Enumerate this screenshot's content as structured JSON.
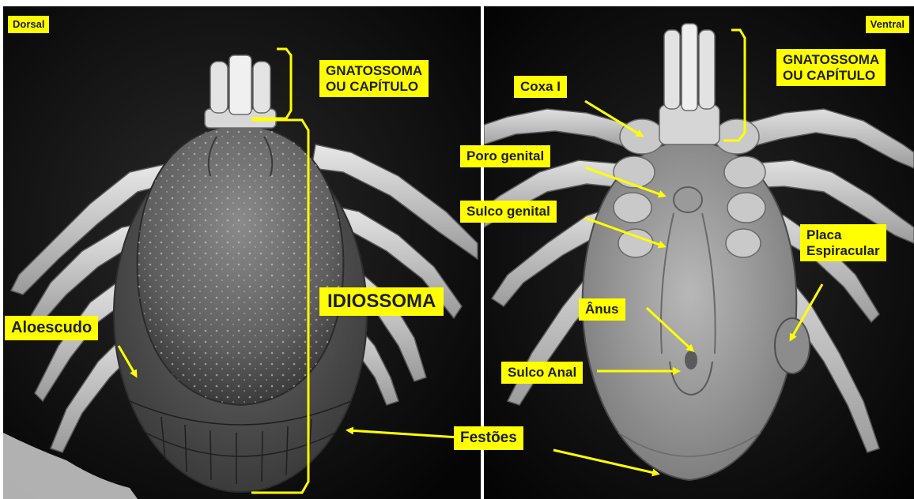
{
  "views": {
    "dorsal": "Dorsal",
    "ventral": "Ventral"
  },
  "labels": {
    "gnatossoma_line1": "GNATOSSOMA",
    "gnatossoma_line2": "OU CAPÍTULO",
    "idiossoma": "IDIOSSOMA",
    "aloescudo": "Aloescudo",
    "festoes": "Festões",
    "coxa_i": "Coxa I",
    "poro_genital": "Poro genital",
    "sulco_genital": "Sulco genital",
    "placa_line1": "Placa",
    "placa_line2": "Espiracular",
    "anus": "Ânus",
    "sulco_anal": "Sulco Anal"
  },
  "colors": {
    "label_background": "#ffff00",
    "annotation": "#ffff00",
    "label_text": "#1e1e1e",
    "background": "#000000"
  }
}
